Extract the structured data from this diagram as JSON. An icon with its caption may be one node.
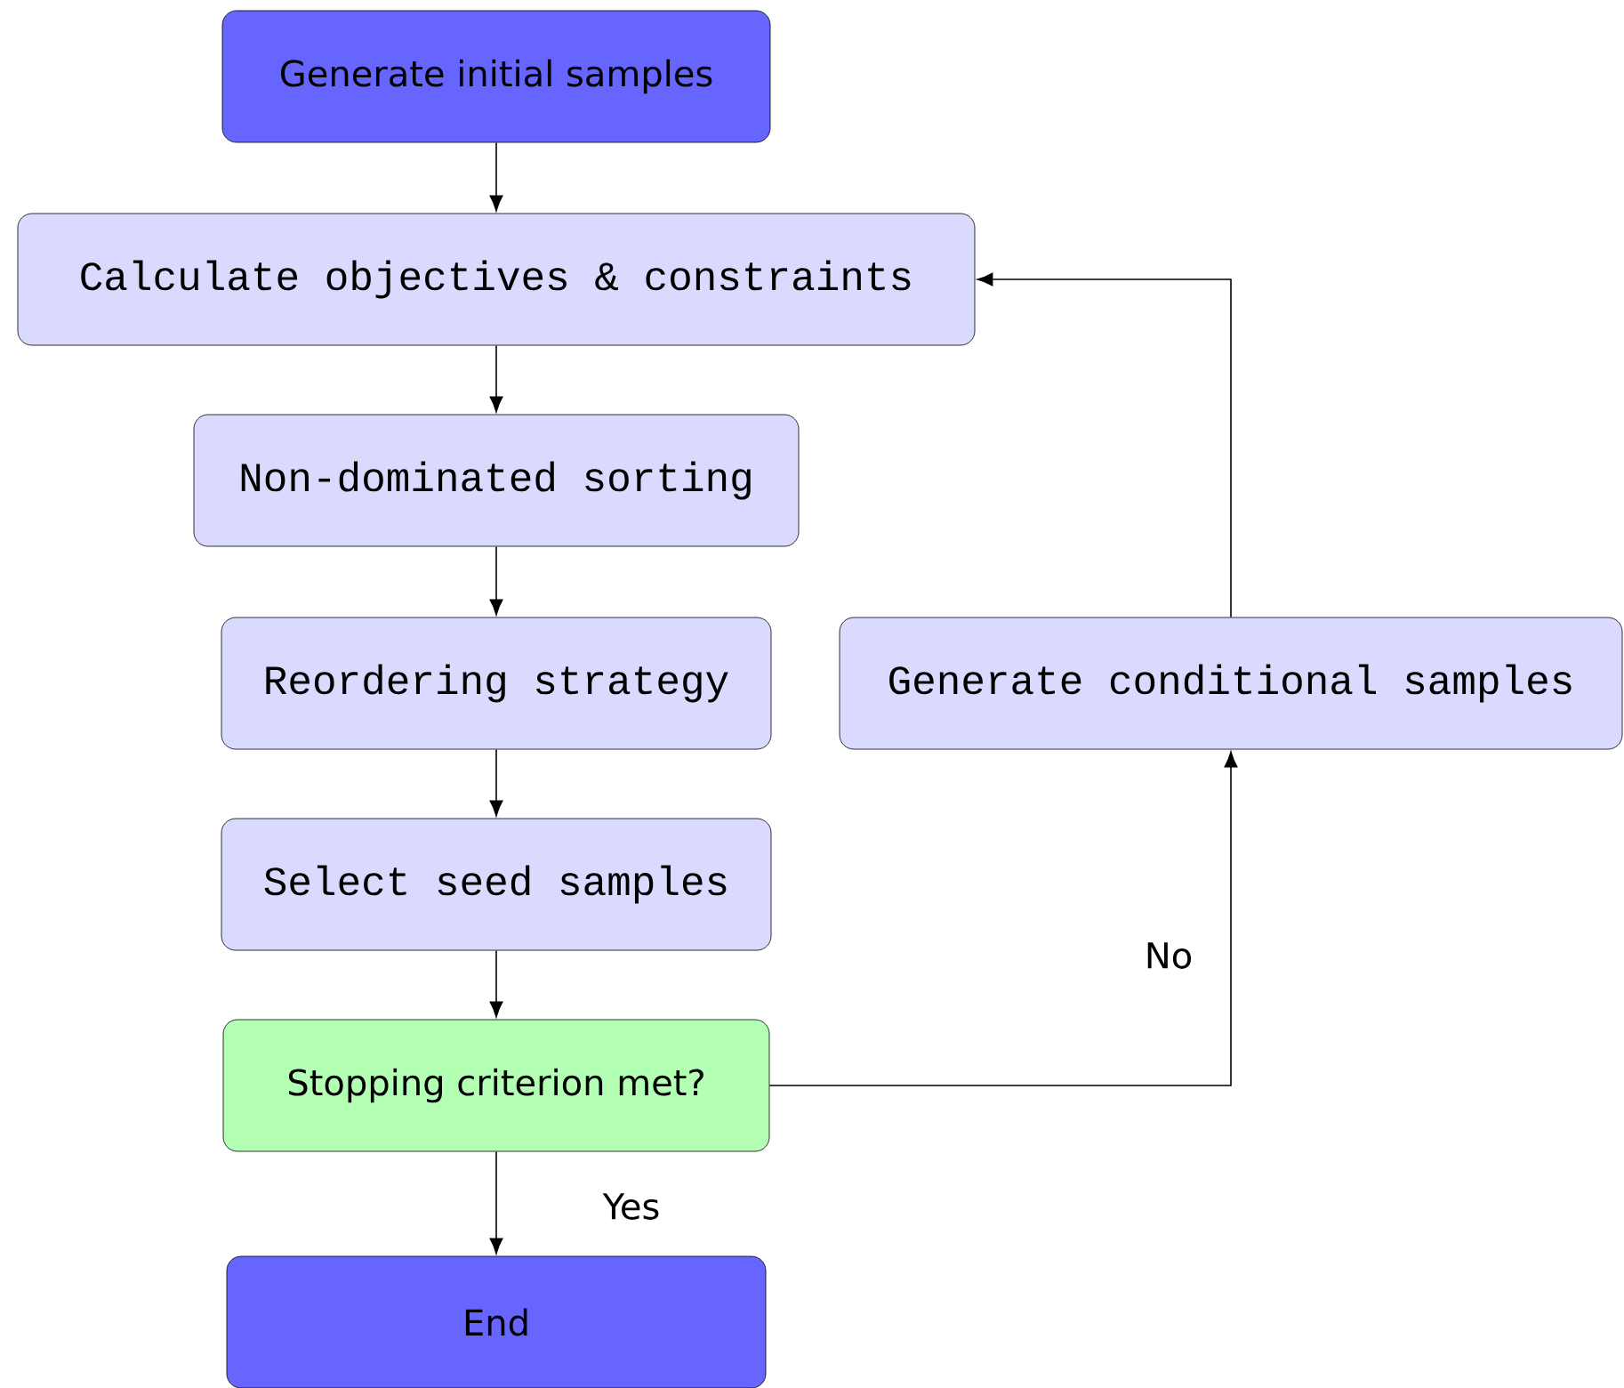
{
  "diagram": {
    "nodes": [
      {
        "text": [
          "Generate initial samples"
        ]
      },
      {
        "text": [
          "Calculate objectives & constraints"
        ]
      },
      {
        "text": [
          "Non-dominated sorting"
        ]
      },
      {
        "text": [
          "Reordering strategy"
        ]
      },
      {
        "text": [
          "Generate conditional samples"
        ]
      },
      {
        "text": [
          "Select seed samples"
        ]
      },
      {
        "text": [
          "Stopping criterion met?"
        ]
      },
      {
        "text": [
          "End"
        ]
      }
    ],
    "edges": [
      {
        "from": 0,
        "to": 1,
        "arrow": "to"
      },
      {
        "from": 1,
        "to": 2,
        "arrow": "to"
      },
      {
        "from": 2,
        "to": 3,
        "arrow": "to"
      },
      {
        "from": 3,
        "to": 5,
        "arrow": "to"
      },
      {
        "from": 5,
        "to": 6,
        "arrow": "to"
      },
      {
        "from": 6,
        "to": 7,
        "arrow": "to",
        "label": "Yes"
      },
      {
        "from": 6,
        "to": 4,
        "arrow": "to",
        "label": "No"
      },
      {
        "from": 4,
        "to": 1,
        "arrow": "to"
      }
    ]
  }
}
